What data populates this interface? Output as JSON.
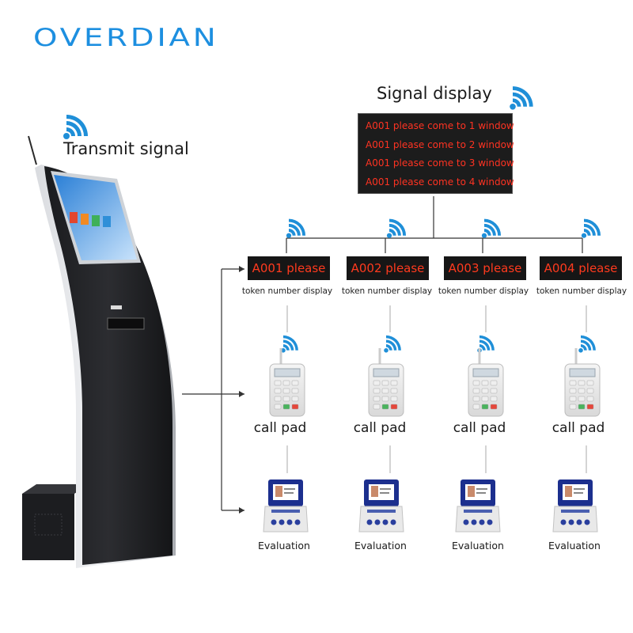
{
  "brand": {
    "logo_text": "OVERDIAN",
    "color": "#1d8fe0"
  },
  "transmit_label": "Transmit signal",
  "signal_display": {
    "title": "Signal display",
    "lines": [
      "A001 please come to 1 window",
      "A001 please come to 2 window",
      "A001 please come to 3 window",
      "A001 please come to 4 window"
    ],
    "text_color": "#ff3322"
  },
  "windows": [
    {
      "token": "A001 please",
      "token_caption": "token number display",
      "pad_label": "call pad",
      "eval_label": "Evaluation"
    },
    {
      "token": "A002 please",
      "token_caption": "token number display",
      "pad_label": "call pad",
      "eval_label": "Evaluation"
    },
    {
      "token": "A003 please",
      "token_caption": "token number display",
      "pad_label": "call pad",
      "eval_label": "Evaluation"
    },
    {
      "token": "A004 please",
      "token_caption": "token number display",
      "pad_label": "call pad",
      "eval_label": "Evaluation"
    }
  ],
  "icons": {
    "wifi": "wifi-signal-icon",
    "wifi_color": "#1f8fd8"
  }
}
